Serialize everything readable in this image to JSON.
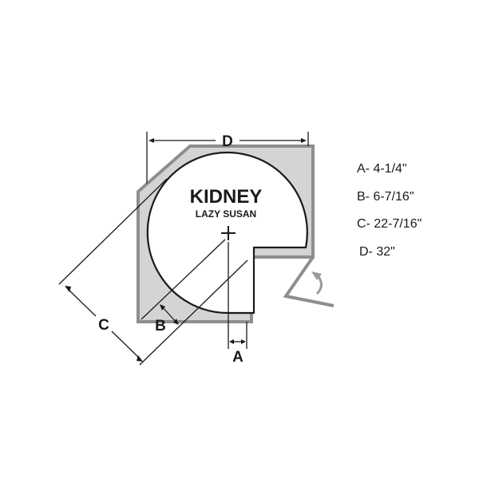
{
  "product": {
    "title": "KIDNEY",
    "subtitle": "LAZY SUSAN"
  },
  "dimension_labels": {
    "a": "A",
    "b": "B",
    "c": "C",
    "d": "D"
  },
  "legend": [
    "A- 4-1/4\"",
    "B- 6-7/16\"",
    "C- 22-7/16\"",
    "D- 32\""
  ],
  "colors": {
    "cabinet_fill": "#d4d4d6",
    "cabinet_edge": "#8e8e90",
    "tray_fill": "#ffffff",
    "ink": "#1a1a1a",
    "door_arrow": "#9a9a9c"
  }
}
